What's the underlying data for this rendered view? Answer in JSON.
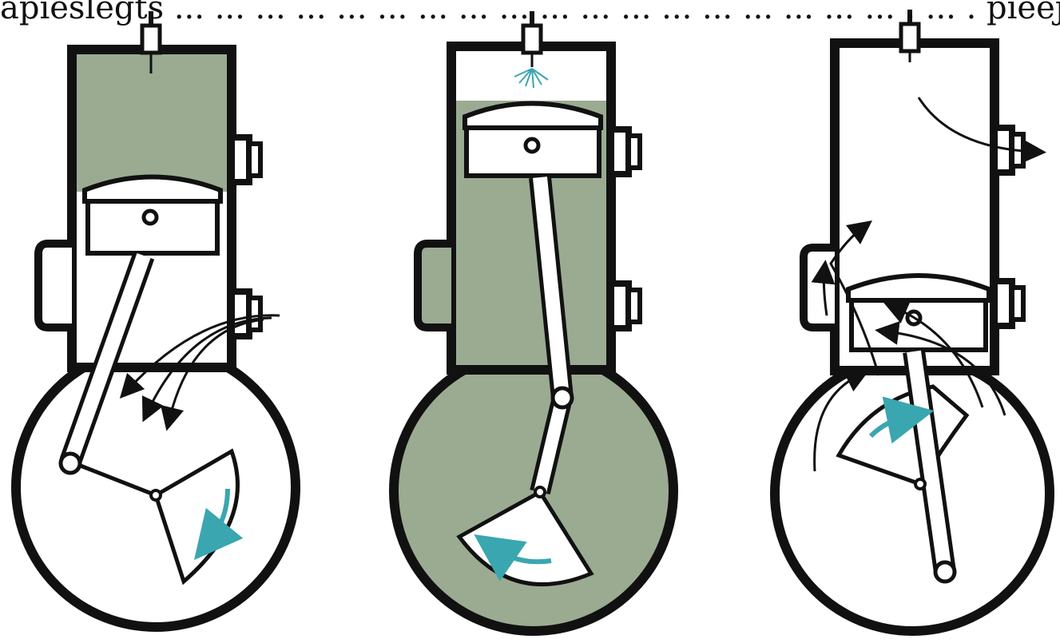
{
  "caption": "apieslēgts ... ... ... ... ... ... ... ... ... ... ... ... ... ... ... ... ... ... . ... . pieejams",
  "colors": {
    "ink": "#111111",
    "fill": "#9aab92",
    "arrow_teal": "#3aa6b0",
    "paper": "#ffffff"
  },
  "diagram": {
    "stages": [
      {
        "name": "compression-intake-stage",
        "shaded": "cylinder-top"
      },
      {
        "name": "combustion-stage",
        "shaded": "crankcase",
        "spark": true
      },
      {
        "name": "exhaust-transfer-stage",
        "shaded": "none"
      }
    ]
  }
}
